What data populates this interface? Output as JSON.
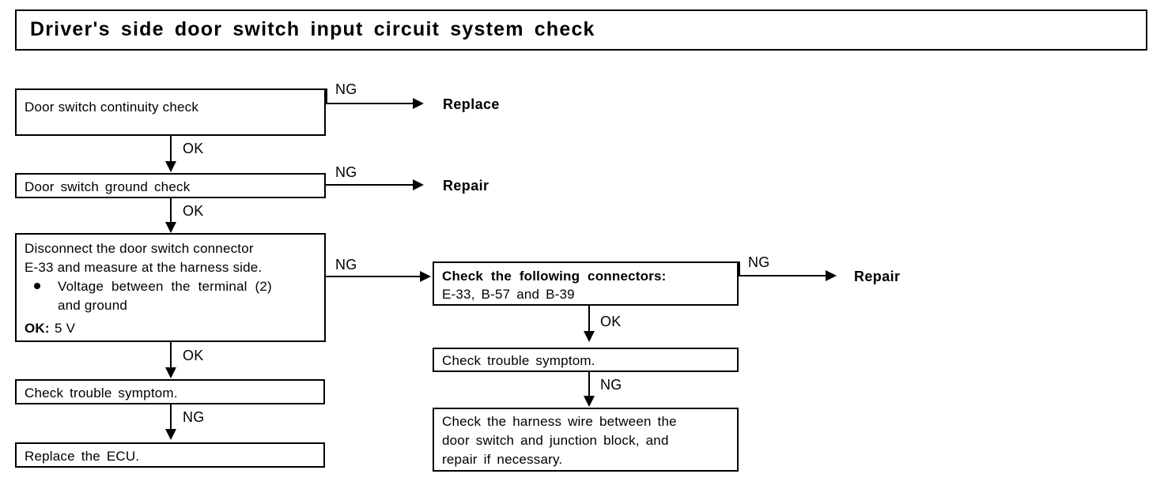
{
  "title": {
    "text": "Driver's side door switch input circuit system check"
  },
  "boxes": {
    "door_switch_continuity": {
      "line1": "Door switch continuity check"
    },
    "door_switch_ground": {
      "line1": "Door switch ground check"
    },
    "disconnect_connector": {
      "line1": "Disconnect the door switch connector",
      "line2": "E-33 and measure at the harness side.",
      "bullet1": "Voltage  between  the  terminal  (2)",
      "bullet1_cont": "and ground",
      "ok_label": "OK:",
      "ok_value": "5 V"
    },
    "check_trouble_left": {
      "line1": "Check trouble symptom."
    },
    "replace_ecu": {
      "line1": "Replace the ECU."
    },
    "check_connectors": {
      "line1": "Check  the  following  connectors:",
      "line2": "E-33, B-57 and B-39"
    },
    "check_trouble_right": {
      "line1": "Check trouble symptom."
    },
    "check_harness": {
      "line1": "Check the harness wire between the",
      "line2": "door switch and junction block, and",
      "line3": "repair if necessary."
    }
  },
  "terminals": {
    "replace": "Replace",
    "repair_ground": "Repair",
    "repair_connectors": "Repair"
  },
  "edges": {
    "continuity_ng": "NG",
    "continuity_ok": "OK",
    "ground_ng": "NG",
    "ground_ok": "OK",
    "disconnect_ng": "NG",
    "disconnect_ok": "OK",
    "trouble_left_ng": "NG",
    "connectors_ng": "NG",
    "connectors_ok": "OK",
    "trouble_right_ng": "NG"
  },
  "colors": {
    "ink": "#000000",
    "paper": "#ffffff"
  }
}
